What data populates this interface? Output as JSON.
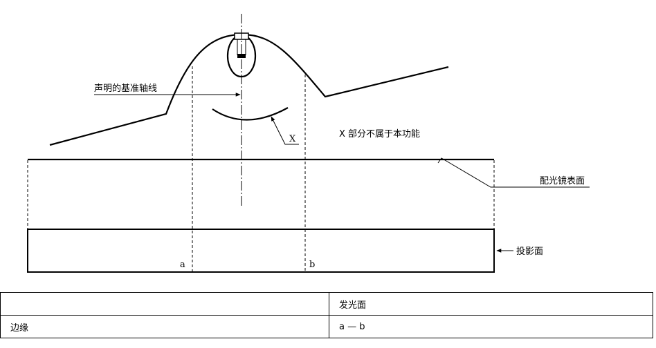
{
  "labels": {
    "reference_axis": "声明的基准轴线",
    "x_mark": "X",
    "x_note": "X 部分不属于本功能",
    "lens_surface": "配光镜表面",
    "projection_plane": "投影面",
    "point_a": "a",
    "point_b": "b"
  },
  "table": {
    "header": [
      "",
      "发光面"
    ],
    "rows": [
      [
        "边缘",
        "a — b"
      ]
    ]
  }
}
